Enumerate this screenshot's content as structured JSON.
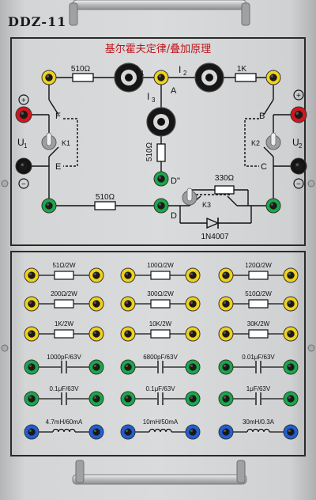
{
  "panel": {
    "model": "DDZ-11",
    "title": "基尔霍夫定律/叠加原理"
  },
  "circuit": {
    "labels": {
      "r_top_left": "510Ω",
      "r_top_right": "1K",
      "r_middle": "510Ω",
      "r_bottom": "510Ω",
      "r_switch": "330Ω",
      "i1": "I",
      "i1_sub": "1",
      "i2": "I",
      "i2_sub": "2",
      "i3": "I",
      "i3_sub": "3",
      "node_a": "A",
      "node_b": "B",
      "node_c": "C",
      "node_d": "D",
      "node_d2": "D\"",
      "node_e": "E",
      "node_f": "F",
      "k1": "K1",
      "k2": "K2",
      "k3": "K3",
      "u1": "U",
      "u1_sub": "1",
      "u2": "U",
      "u2_sub": "2",
      "diode": "1N4007",
      "plus": "+",
      "minus": "−"
    }
  },
  "components": [
    {
      "label": "51Ω/2W",
      "kind": "resistor",
      "color": "#f0d21c"
    },
    {
      "label": "100Ω/2W",
      "kind": "resistor",
      "color": "#f0d21c"
    },
    {
      "label": "120Ω/2W",
      "kind": "resistor",
      "color": "#f0d21c"
    },
    {
      "label": "200Ω/2W",
      "kind": "resistor",
      "color": "#f0d21c"
    },
    {
      "label": "300Ω/2W",
      "kind": "resistor",
      "color": "#f0d21c"
    },
    {
      "label": "510Ω/2W",
      "kind": "resistor",
      "color": "#f0d21c"
    },
    {
      "label": "1K/2W",
      "kind": "resistor",
      "color": "#f0d21c"
    },
    {
      "label": "10K/2W",
      "kind": "resistor",
      "color": "#f0d21c"
    },
    {
      "label": "30K/2W",
      "kind": "resistor",
      "color": "#f0d21c"
    },
    {
      "label": "1000pF/63V",
      "kind": "capacitor",
      "color": "#1aa84a"
    },
    {
      "label": "6800pF/63V",
      "kind": "capacitor",
      "color": "#1aa84a"
    },
    {
      "label": "0.01μF/63V",
      "kind": "capacitor",
      "color": "#1aa84a"
    },
    {
      "label": "0.1μF/63V",
      "kind": "capacitor",
      "color": "#1aa84a"
    },
    {
      "label": "0.1μF/63V",
      "kind": "capacitor",
      "color": "#1aa84a"
    },
    {
      "label": "1μF/63V",
      "kind": "capacitor",
      "color": "#1aa84a"
    },
    {
      "label": "4.7mH/60mA",
      "kind": "inductor",
      "color": "#1f5fd6"
    },
    {
      "label": "10mH/50mA",
      "kind": "inductor",
      "color": "#1f5fd6"
    },
    {
      "label": "30mH/0.3A",
      "kind": "inductor",
      "color": "#1f5fd6"
    }
  ],
  "colors": {
    "yellow": "#f0d21c",
    "green": "#1aa84a",
    "blue": "#1f5fd6",
    "red": "#d3161d",
    "black": "#141414"
  }
}
